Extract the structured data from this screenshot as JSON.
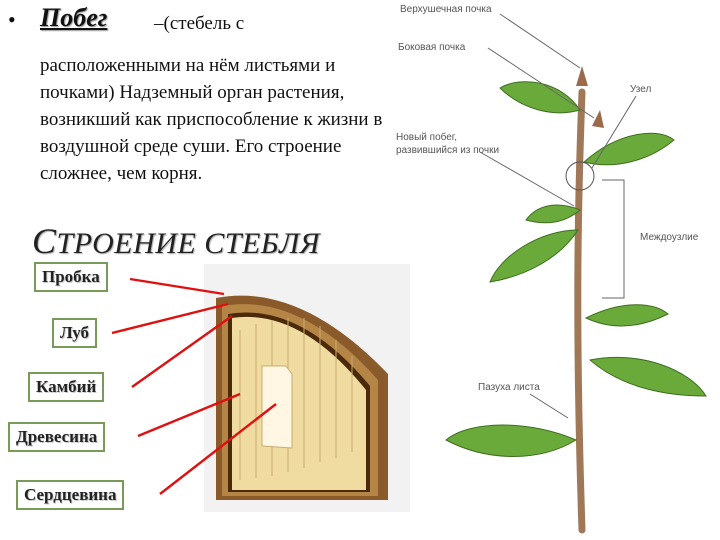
{
  "intro": {
    "bullet": "•",
    "term": "Побег",
    "term_suffix": " –(стебель с",
    "body": "расположенными на нём листьями и почками) Надземный орган растения, возникший как приспособление к жизни в воздушной среде суши. Его строение сложнее, чем корня."
  },
  "heading": {
    "cap": "С",
    "rest": "ТРОЕНИЕ СТЕБЛЯ"
  },
  "stem_parts": [
    "Пробка",
    "Луб",
    "Камбий",
    "Древесина",
    "Сердцевина"
  ],
  "plant_labels": {
    "apical_bud": "Верхушечная почка",
    "lateral_bud": "Боковая почка",
    "node": "Узел",
    "new_shoot_1": "Новый побег,",
    "new_shoot_2": "развившийся из почки",
    "internode": "Междоузлие",
    "leaf_axil": "Пазуха листа"
  },
  "colors": {
    "pointer": "#e01010",
    "leaf": "#6aaa3a",
    "stem": "#a07858",
    "bark": "#6b3a10",
    "wood": "#f0dca0"
  }
}
